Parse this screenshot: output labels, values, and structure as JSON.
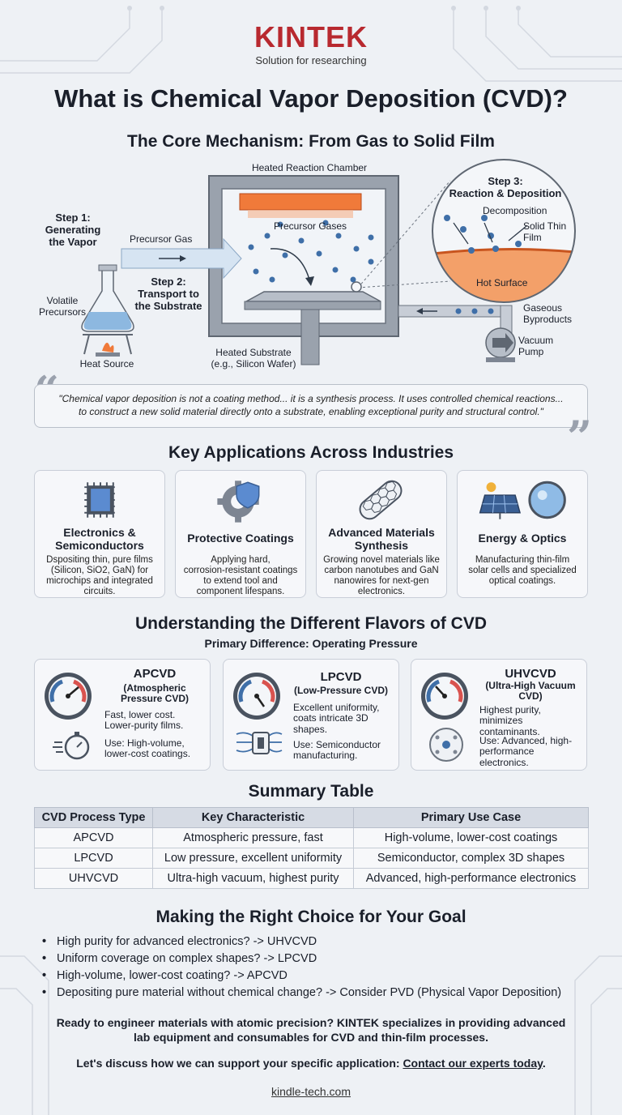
{
  "brand": {
    "name": "KINTEK",
    "tagline": "Solution for researching"
  },
  "title": "What is Chemical Vapor Deposition (CVD)?",
  "mechanism": {
    "title": "The Core Mechanism: From Gas to Solid Film",
    "chamber_label": "Heated Reaction Chamber",
    "step1": "Step 1:\nGenerating\nthe Vapor",
    "step2": "Step 2:\nTransport to\nthe Substrate",
    "step3": "Step 3:\nReaction & Deposition",
    "volatile_precursors": "Volatile\nPrecursors",
    "heat_source": "Heat Source",
    "precursor_gas": "Precursor Gas",
    "precursor_gases": "Precursor Gases",
    "heated_substrate": "Heated Substrate\n(e.g., Silicon Wafer)",
    "decomposition": "Decomposition",
    "solid_thin_film": "Solid Thin\nFilm",
    "hot_surface": "Hot Surface",
    "gaseous_byproducts": "Gaseous\nByproducts",
    "vacuum_pump": "Vacuum\nPump"
  },
  "quote": "\"Chemical vapor deposition is not a coating method... it is a synthesis process. It uses controlled chemical reactions... to construct a new solid material directly onto a substrate, enabling exceptional purity and structural control.\"",
  "applications": {
    "title": "Key Applications Across Industries",
    "items": [
      {
        "icon": "microchip-icon",
        "title": "Electronics &\nSemiconductors",
        "desc": "Dspositing thin, pure films\n(Silicon, SiO2, GaN) for\nmicrochips and integrated\ncircuits."
      },
      {
        "icon": "gear-shield-icon",
        "title": "Protective Coatings",
        "desc": "Applying hard,\ncorrosion-resistant coatings\nto extend tool and\ncomponent lifespans."
      },
      {
        "icon": "nanotube-icon",
        "title": "Advanced Materials\nSynthesis",
        "desc": "Growing novel materials like\ncarbon nanotubes and GaN\nnanowires for next-gen\nelectronics."
      },
      {
        "icon": "solar-lens-icon",
        "title": "Energy & Optics",
        "desc": "Manufacturing thin-film\nsolar cells and specialized\noptical coatings."
      }
    ]
  },
  "flavors": {
    "title": "Understanding the Different Flavors of CVD",
    "subtitle": "Primary Difference: Operating Pressure",
    "items": [
      {
        "name": "APCVD",
        "sub": "(Atmospheric\nPressure CVD)",
        "desc": "Fast, lower cost.\nLower-purity films.",
        "use": "Use: High-volume,\nlower-cost coatings."
      },
      {
        "name": "LPCVD",
        "sub": "(Low-Pressure CVD)",
        "desc": "Excellent uniformity,\ncoats intricate 3D\nshapes.",
        "use": "Use: Semiconductor\nmanufacturing."
      },
      {
        "name": "UHVCVD",
        "sub": "(Ultra-High Vacuum\nCVD)",
        "desc": "Highest purity,\nminimizes\ncontaminants.",
        "use": "Use: Advanced, high-\nperformance\nelectronics."
      }
    ]
  },
  "summary": {
    "title": "Summary Table",
    "headers": [
      "CVD Process Type",
      "Key Characteristic",
      "Primary Use Case"
    ],
    "rows": [
      [
        "APCVD",
        "Atmospheric pressure, fast",
        "High-volume, lower-cost coatings"
      ],
      [
        "LPCVD",
        "Low pressure, excellent uniformity",
        "Semiconductor, complex 3D shapes"
      ],
      [
        "UHVCVD",
        "Ultra-high vacuum, highest purity",
        "Advanced, high-performance electronics"
      ]
    ]
  },
  "choice": {
    "title": "Making the Right Choice for Your Goal",
    "items": [
      "High purity for advanced electronics? -> UHVCVD",
      "Uniform coverage on complex shapes? -> LPCVD",
      "High-volume, lower-cost coating? -> APCVD",
      "Depositing pure material without chemical change? -> Consider PVD (Physical Vapor Deposition)"
    ]
  },
  "cta": {
    "line1": "Ready to engineer materials with atomic precision? KINTEK specializes in providing advanced",
    "line2": "lab equipment and consumables for CVD and thin-film processes.",
    "line3_prefix": "Let's discuss how we can support your specific application: ",
    "link": "Contact our experts today",
    "line3_suffix": "."
  },
  "footer": "kindle-tech.com",
  "colors": {
    "brand_red": "#b8292f",
    "heater_orange": "#f07a3a",
    "molecule_blue": "#3f6fa8"
  }
}
